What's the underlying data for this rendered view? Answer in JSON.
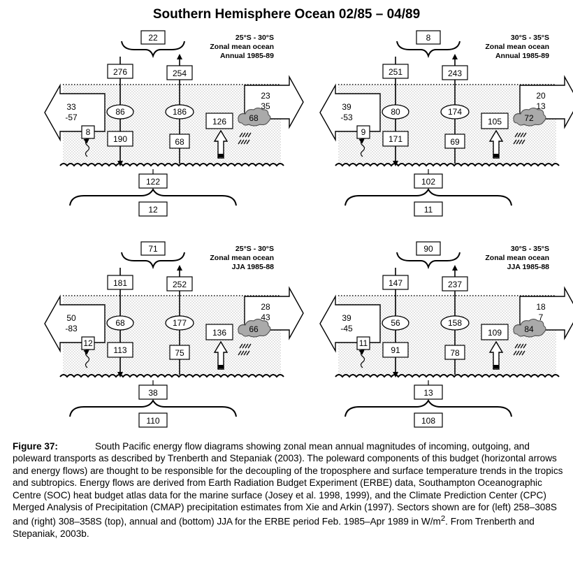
{
  "title": "Southern Hemisphere Ocean  02/85 – 04/89",
  "panels": [
    {
      "region": "25°S - 30°S",
      "label2": "Zonal mean ocean",
      "period": "Annual 1985-89",
      "top": "22",
      "down": "276",
      "up": "254",
      "oval_left": "86",
      "oval_right": "186",
      "left_a": "33",
      "left_b": "-57",
      "left_small": "8",
      "right_a": "23",
      "right_b": "35",
      "arrow_box": "126",
      "cloud": "68",
      "low_left": "190",
      "low_right": "68",
      "bottom1": "122",
      "bottom2": "12"
    },
    {
      "region": "30°S - 35°S",
      "label2": "Zonal mean ocean",
      "period": "Annual 1985-89",
      "top": "8",
      "down": "251",
      "up": "243",
      "oval_left": "80",
      "oval_right": "174",
      "left_a": "39",
      "left_b": "-53",
      "left_small": "9",
      "right_a": "20",
      "right_b": "13",
      "arrow_box": "105",
      "cloud": "72",
      "low_left": "171",
      "low_right": "69",
      "bottom1": "102",
      "bottom2": "11"
    },
    {
      "region": "25°S - 30°S",
      "label2": "Zonal mean ocean",
      "period": "JJA 1985-88",
      "top": "71",
      "down": "181",
      "up": "252",
      "oval_left": "68",
      "oval_right": "177",
      "left_a": "50",
      "left_b": "-83",
      "left_small": "12",
      "right_a": "28",
      "right_b": "43",
      "arrow_box": "136",
      "cloud": "66",
      "low_left": "113",
      "low_right": "75",
      "bottom1": "38",
      "bottom2": "110"
    },
    {
      "region": "30°S - 35°S",
      "label2": "Zonal mean ocean",
      "period": "JJA 1985-88",
      "top": "90",
      "down": "147",
      "up": "237",
      "oval_left": "56",
      "oval_right": "158",
      "left_a": "39",
      "left_b": "-45",
      "left_small": "11",
      "right_a": "18",
      "right_b": "7",
      "arrow_box": "109",
      "cloud": "84",
      "low_left": "91",
      "low_right": "78",
      "bottom1": "13",
      "bottom2": "108"
    }
  ],
  "caption": {
    "label": "Figure 37:",
    "text_a": "South Pacific energy flow diagrams showing zonal mean annual magnitudes of incoming, outgoing, and poleward transports as described by Trenberth and Stepaniak (2003).  The poleward components of this budget (horizontal arrows and energy flows) are thought to be responsible for the decoupling of the troposphere and surface temperature trends in the tropics and subtropics.  Energy flows are derived from Earth Radiation Budget Experiment (ERBE) data, Southampton Oceanographic Centre (SOC) heat budget atlas data for the marine surface (Josey et al. 1998, 1999), and the Climate Prediction Center (CPC) Merged Analysis of Precipitation (CMAP) precipitation estimates from Xie and Arkin (1997). Sectors shown are for (left) 258–308S and (right) 308–358S (top), annual and (bottom) JJA for the ERBE period Feb. 1985–Apr 1989 in W/m",
    "superscript": "2",
    "text_b": ".  From Trenberth and Stepaniak, 2003b."
  }
}
